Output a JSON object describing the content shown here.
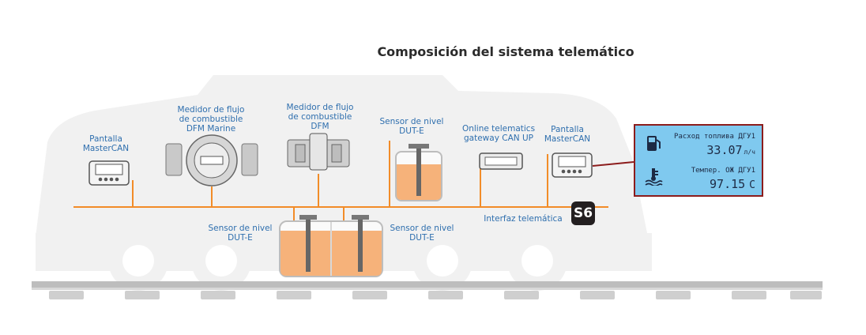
{
  "title": "Composición del sistema telemático",
  "nodes": {
    "display_left": {
      "line1": "Pantalla",
      "line2": "MasterCAN"
    },
    "dfm_marine": {
      "line1": "Medidor de flujo",
      "line2": "de combustible",
      "line3": "DFM Marine"
    },
    "dfm": {
      "line1": "Medidor de flujo",
      "line2": "de combustible",
      "line3": "DFM"
    },
    "sensor_top": {
      "line1": "Sensor de nivel",
      "line2": "DUT-E"
    },
    "gateway": {
      "line1": "Online telematics",
      "line2": "gateway CAN UP"
    },
    "display_right": {
      "line1": "Pantalla",
      "line2": "MasterCAN"
    },
    "sensor_bottom_left": {
      "line1": "Sensor de nivel",
      "line2": "DUT-E"
    },
    "sensor_bottom_right": {
      "line1": "Sensor de nivel",
      "line2": "DUT-E"
    },
    "telematics_interface": {
      "label": "Interfaz telemática"
    }
  },
  "lcd": {
    "fuel_caption": "Расход топлива ДГУ1",
    "fuel_value": "33.07",
    "fuel_unit": "л/ч",
    "temp_caption": "Темпер. ОЖ ДГУ1",
    "temp_value": "97.15",
    "temp_unit": "С"
  },
  "logo": {
    "text": "S6"
  },
  "colors": {
    "bus": "#f28c28",
    "label": "#2f6fae",
    "lcd_bg": "#7fc9ef",
    "lcd_border": "#8c1c1c",
    "fuel": "#f6b27a"
  },
  "icons": {
    "lcd_fuel": "fuel-pump-icon",
    "lcd_temp": "coolant-temp-icon"
  }
}
